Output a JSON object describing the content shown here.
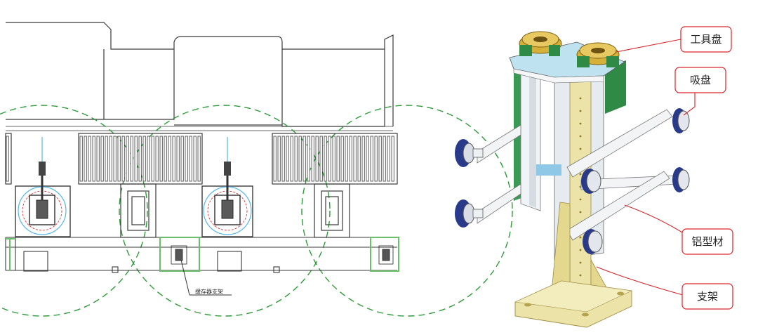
{
  "left_panel": {
    "annotation": "缓存器支架"
  },
  "right_panel": {
    "callouts": [
      {
        "id": "tool-plate",
        "label": "工具盘"
      },
      {
        "id": "suction-cup",
        "label": "吸盘"
      },
      {
        "id": "aluminum-profile",
        "label": "铝型材"
      },
      {
        "id": "bracket",
        "label": "支架"
      }
    ]
  },
  "colors": {
    "line": "#3a3a3a",
    "green_dashed": "#2e9a3a",
    "green_box": "#6bbf6b",
    "cyan": "#56b6e8",
    "callout_red": "#d9242a",
    "brass": "#c9a227",
    "stand": "#ece3a8",
    "rail": "#eef1f4",
    "cup": "#2a3a8a",
    "plate_green": "#2f8a45",
    "plate_blue": "#bfe2f0"
  }
}
